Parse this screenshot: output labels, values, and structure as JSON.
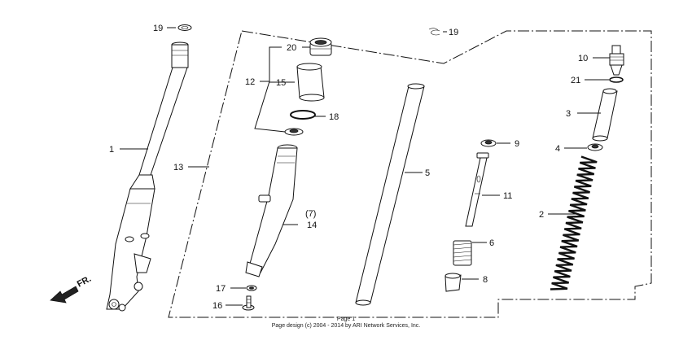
{
  "callouts": {
    "c1": "1",
    "c2": "2",
    "c3": "3",
    "c4": "4",
    "c5": "5",
    "c6": "6",
    "c7": "(7)",
    "c8": "8",
    "c9": "9",
    "c10": "10",
    "c11": "11",
    "c12": "12",
    "c13": "13",
    "c14": "14",
    "c15": "15",
    "c16": "16",
    "c17": "17",
    "c18": "18",
    "c19a": "19",
    "c19b": "19",
    "c20": "20",
    "c21": "21"
  },
  "direction_marker": "FR.",
  "footer": {
    "line1": "Page 1",
    "line2": "Page design (c) 2004 - 2014 by ARI Network Services, Inc."
  }
}
